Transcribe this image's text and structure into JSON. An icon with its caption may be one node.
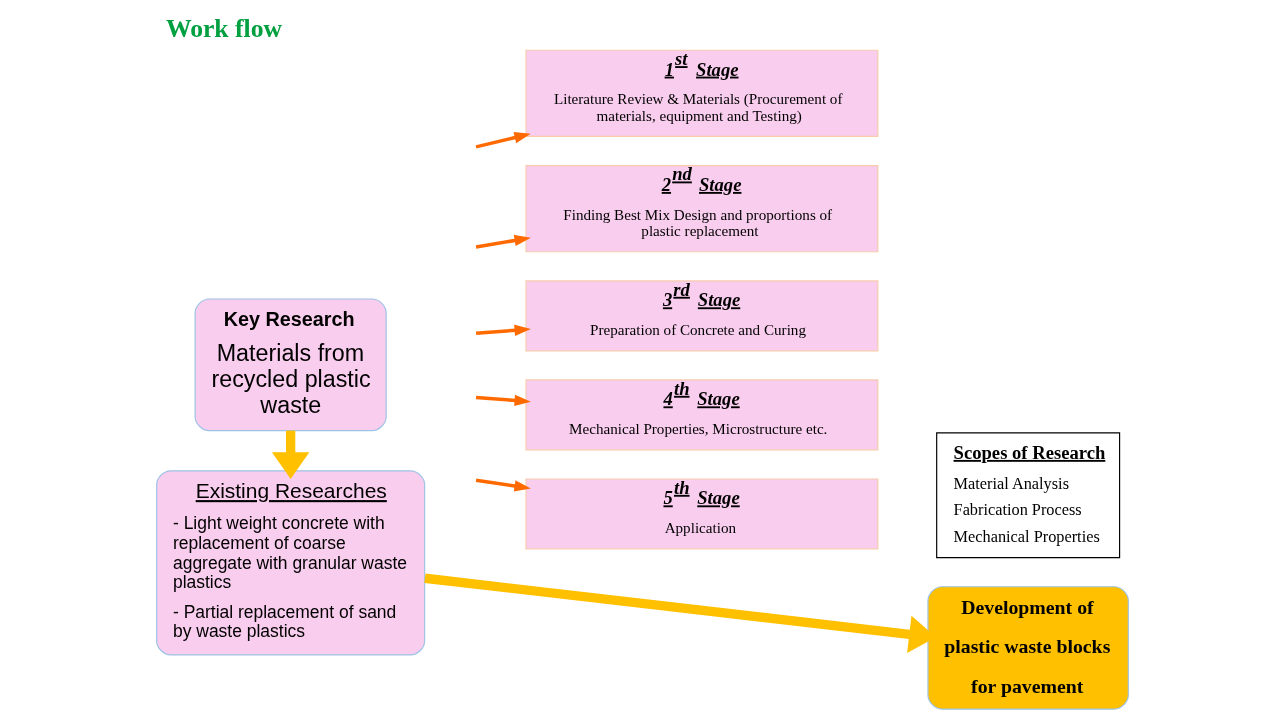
{
  "diagram": {
    "title": "Work flow",
    "nodes": [
      {
        "text": [
          "Key Research",
          "Materials from recycled plastic waste"
        ]
      },
      {
        "text": [
          "1$^{st}$ Stage",
          "Literature Review & Materials (Procurement of materials, equipment and Testing)"
        ]
      },
      {
        "text": [
          "2$^{nd}$ Stage",
          "Finding Best Mix Design and proportions of plastic replacement"
        ]
      },
      {
        "text": [
          "3$^{rd}$ Stage",
          "Preparation of Concrete and Curing"
        ]
      },
      {
        "text": [
          "4$^{th}$ Stage",
          "Mechanical Properties, Microstructure etc."
        ]
      },
      {
        "text": [
          "5$^{th}$ Stage",
          "Application"
        ]
      },
      {
        "text": [
          "Existing Researches",
          "- Light weight concrete with replacement of coarse aggregate with granular waste plastics",
          "- Partial replacement of sand by waste plastics"
        ]
      },
      {
        "text": [
          "Scopes of Research",
          "Material Analysis",
          "Fabrication Process",
          "Mechanical Properties"
        ]
      },
      {
        "text": [
          "Development of plastic waste blocks for pavement"
        ]
      }
    ],
    "edges": [
      {
        "from": 0,
        "to": 6,
        "arrow": "to",
        "style": "thick",
        "color": "#ffc000"
      },
      {
        "from": null,
        "to": 1,
        "arrow": "to"
      },
      {
        "from": null,
        "to": 2,
        "arrow": "to"
      },
      {
        "from": null,
        "to": 3,
        "arrow": "to"
      },
      {
        "from": null,
        "to": 4,
        "arrow": "to"
      },
      {
        "from": null,
        "to": 5,
        "arrow": "to"
      },
      {
        "from": 6,
        "to": 8,
        "arrow": "to",
        "style": "thick",
        "color": "#ffc000"
      }
    ]
  }
}
